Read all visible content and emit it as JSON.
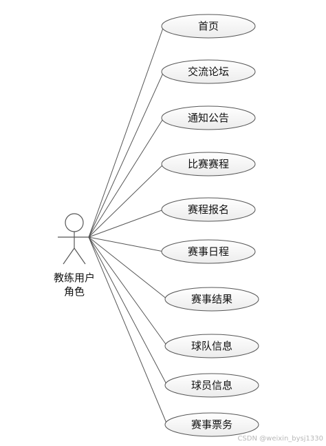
{
  "actor": {
    "name_line1": "教练用户",
    "name_line2": "角色"
  },
  "use_cases": [
    {
      "label": "首页"
    },
    {
      "label": "交流论坛"
    },
    {
      "label": "通知公告"
    },
    {
      "label": "比赛赛程"
    },
    {
      "label": "赛程报名"
    },
    {
      "label": "赛事日程"
    },
    {
      "label": "赛事结果"
    },
    {
      "label": "球队信息"
    },
    {
      "label": "球员信息"
    },
    {
      "label": "赛事票务"
    }
  ],
  "watermark": "CSDN @weixin_bysj1330",
  "colors": {
    "line": "#555555",
    "ellipse_fill_top": "#ffffff",
    "ellipse_fill_bottom": "#ececec",
    "ellipse_stroke": "#555555"
  }
}
